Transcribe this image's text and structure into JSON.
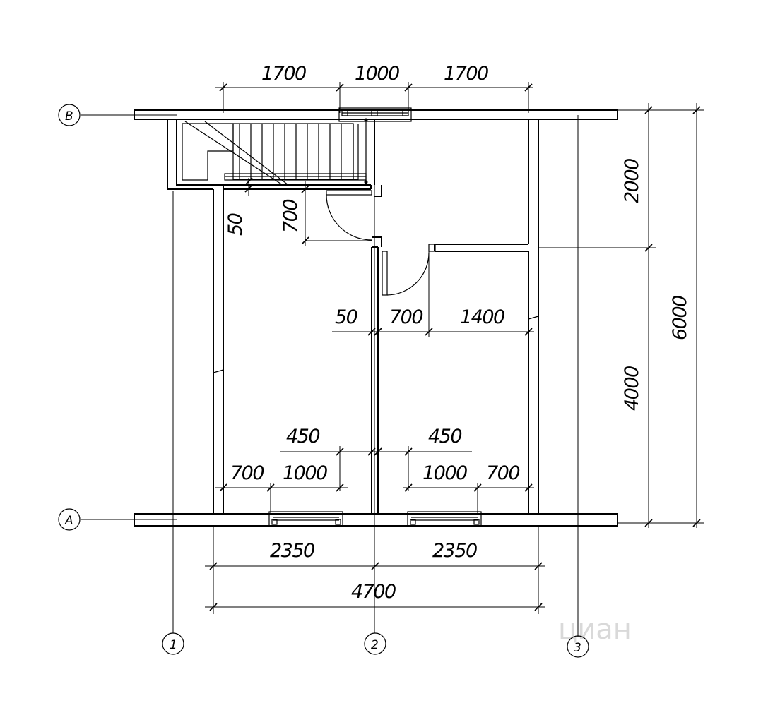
{
  "axes": {
    "rows": [
      "B",
      "A"
    ],
    "columns": [
      "1",
      "2",
      "3"
    ]
  },
  "dimensions": {
    "top": [
      "1700",
      "1000",
      "1700"
    ],
    "right_parts": [
      "2000",
      "4000"
    ],
    "right_total": "6000",
    "stair_vertical": [
      "50",
      "700"
    ],
    "middle": [
      "50",
      "700",
      "1400"
    ],
    "lower_gap": [
      "450",
      "450"
    ],
    "bottom_windows": [
      "700",
      "1000",
      "1000",
      "700"
    ],
    "bottom_halves": [
      "2350",
      "2350"
    ],
    "bottom_total": "4700"
  },
  "watermark": "циан"
}
